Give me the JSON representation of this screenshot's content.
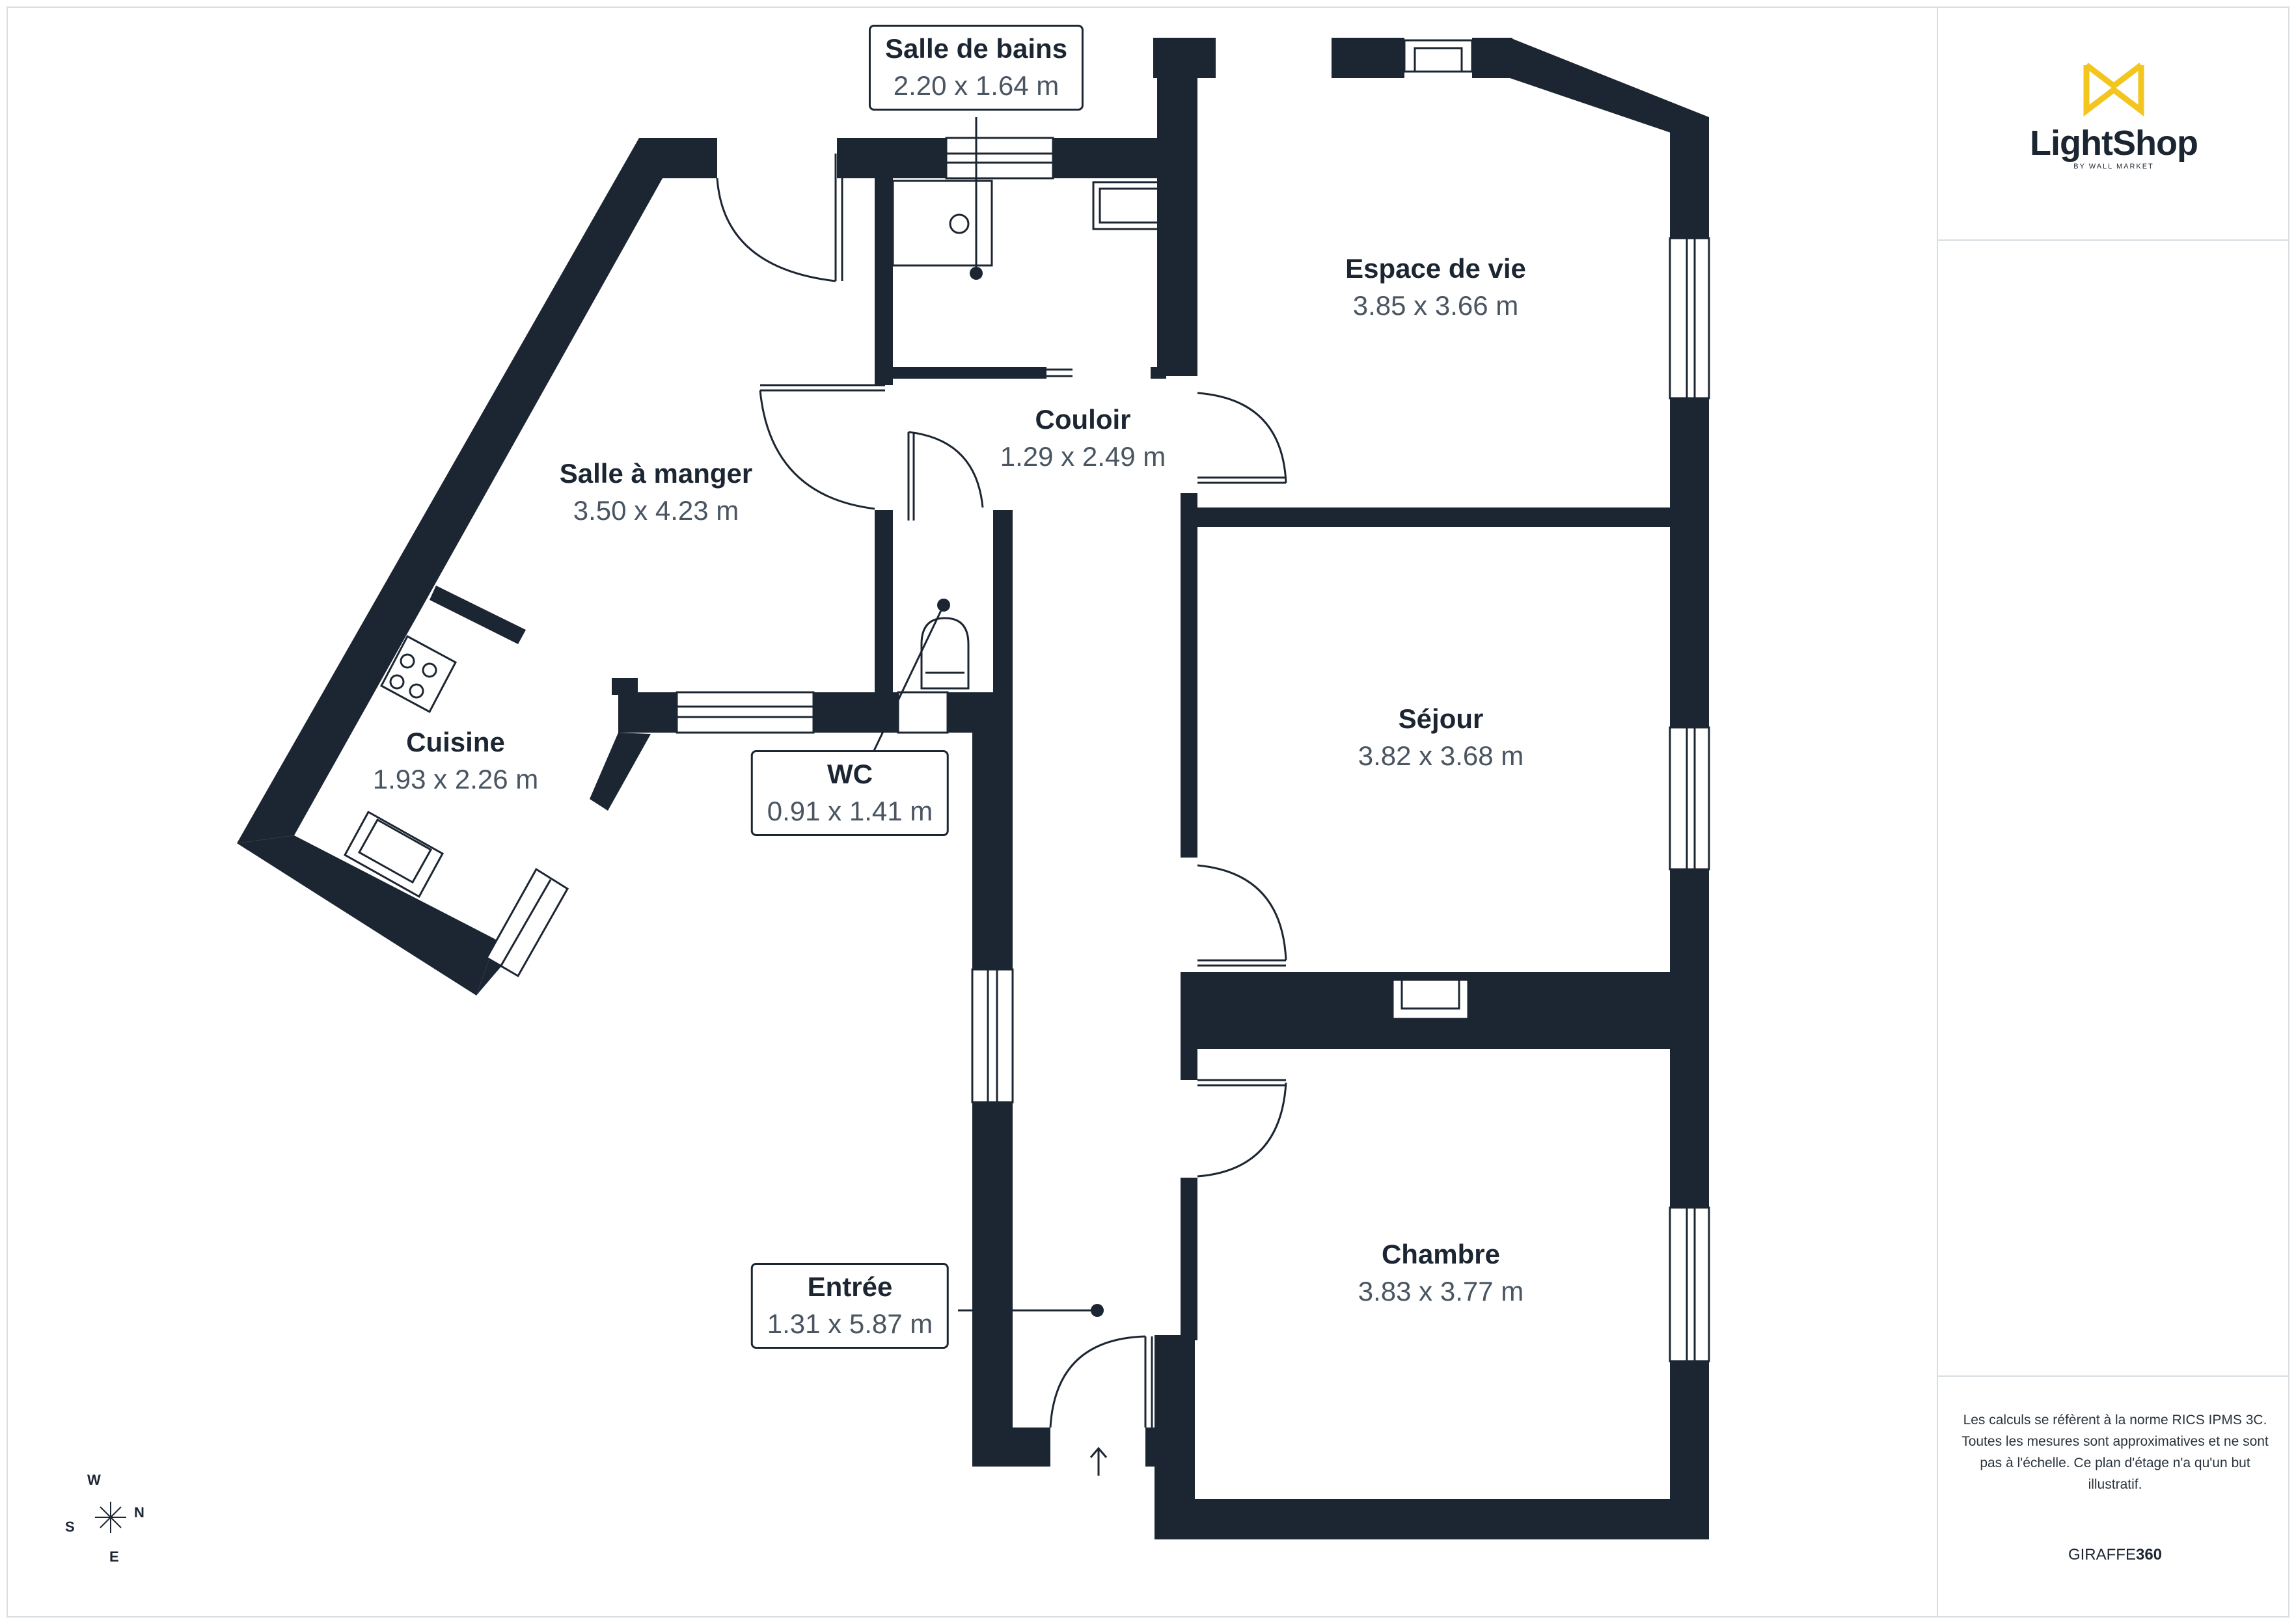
{
  "brand": {
    "logo_name": "LightShop",
    "logo_subtitle": "BY WALL MARKET",
    "accent_color": "#f2c61f",
    "disclaimer": "Les calculs se réfèrent à la norme RICS IPMS 3C. Toutes les mesures sont approximatives et ne sont pas à l'échelle. Ce plan d'étage n'a qu'un but illustratif.",
    "footer_prefix": "GIRAFFE",
    "footer_suffix": "360"
  },
  "rooms": {
    "salle_de_bains": {
      "name": "Salle de bains",
      "dim": "2.20 x 1.64 m"
    },
    "espace_de_vie": {
      "name": "Espace de vie",
      "dim": "3.85 x 3.66 m"
    },
    "couloir": {
      "name": "Couloir",
      "dim": "1.29 x 2.49 m"
    },
    "salle_a_manger": {
      "name": "Salle à manger",
      "dim": "3.50 x 4.23 m"
    },
    "sejour": {
      "name": "Séjour",
      "dim": "3.82 x 3.68 m"
    },
    "cuisine": {
      "name": "Cuisine",
      "dim": "1.93 x 2.26 m"
    },
    "wc": {
      "name": "WC",
      "dim": "0.91 x 1.41 m"
    },
    "chambre": {
      "name": "Chambre",
      "dim": "3.83 x 3.77 m"
    },
    "entree": {
      "name": "Entrée",
      "dim": "1.31 x 5.87 m"
    }
  },
  "compass": {
    "w": "W",
    "n": "N",
    "s": "S",
    "e": "E"
  },
  "colors": {
    "wall": "#1c2632",
    "text": "#1c2632",
    "muted": "#4a5562",
    "frame": "#d8dde2"
  }
}
